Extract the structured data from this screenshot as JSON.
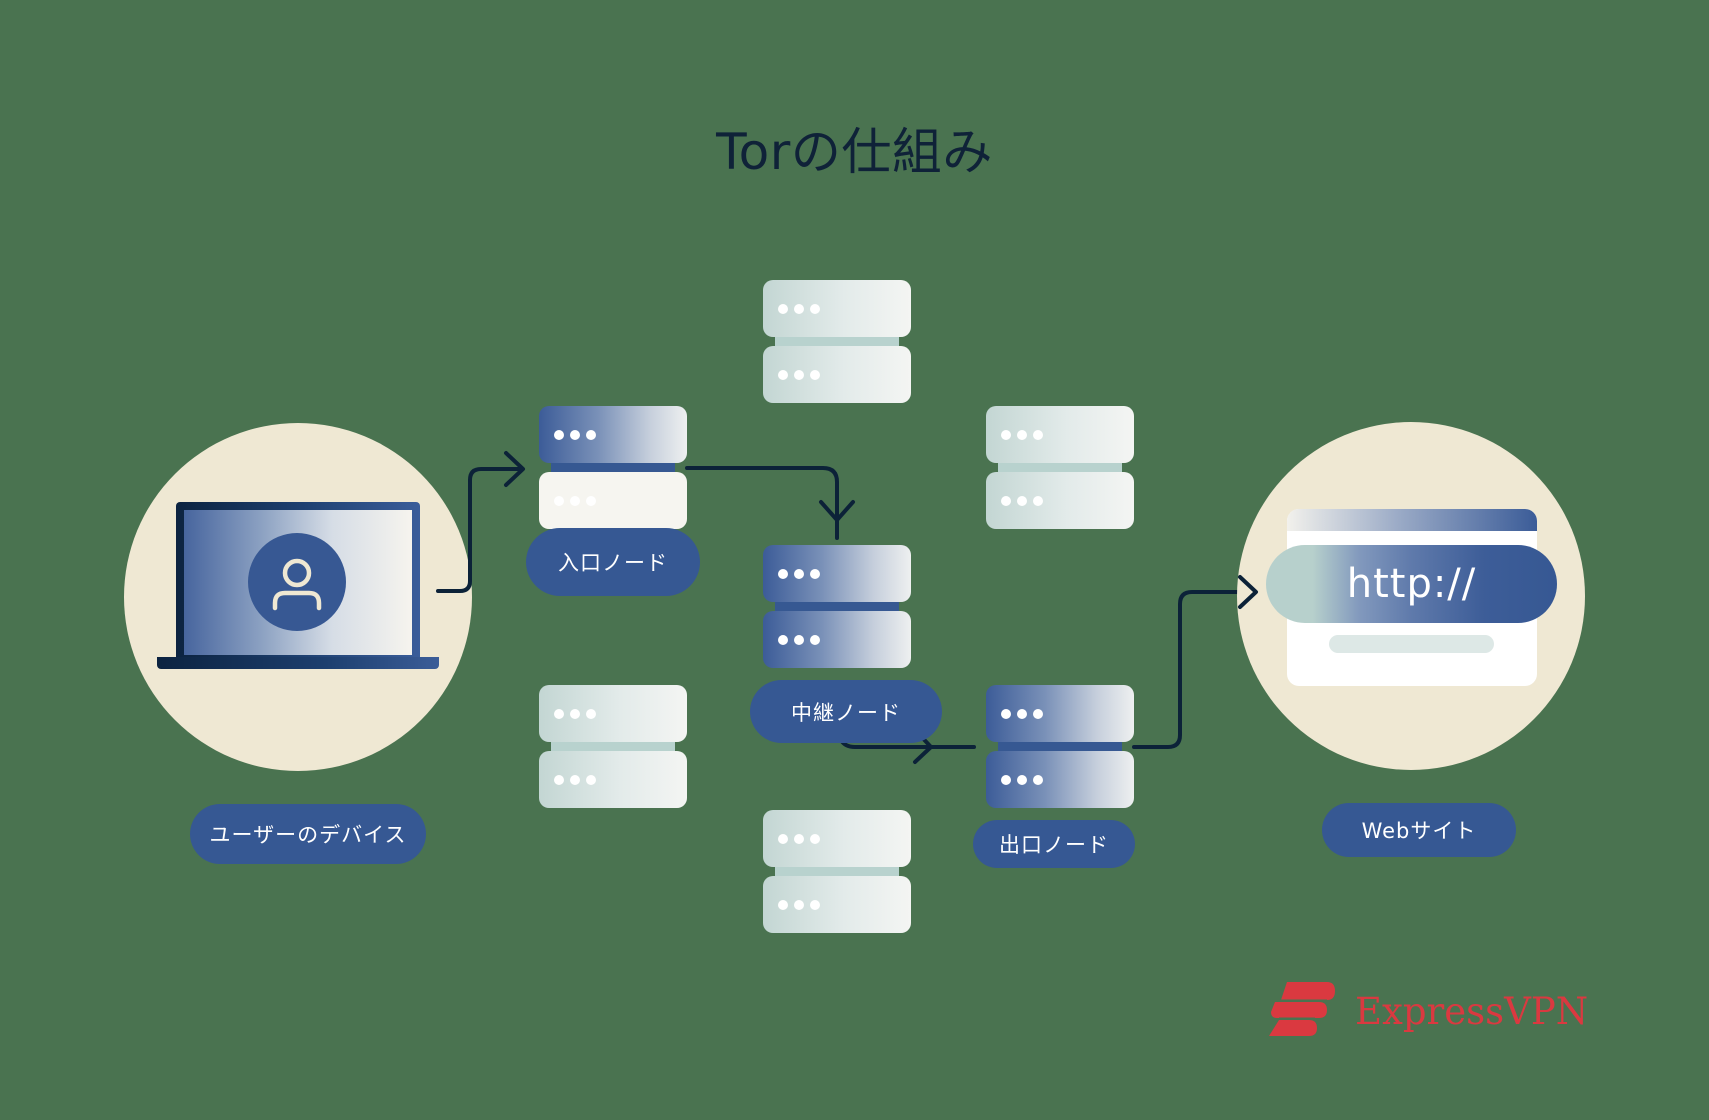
{
  "title": "Torの仕組み",
  "colors": {
    "background": "#4a7350",
    "title_text": "#0f2238",
    "circle_fill": "#efe8d3",
    "label_pill": "#365893",
    "label_text": "#ffffff",
    "arrow": "#0c2238",
    "active_server": "#365893",
    "inactive_server": "#c3d6d3",
    "brand": "#da3940"
  },
  "nodes": {
    "user_device": {
      "label": "ユーザーのデバイス",
      "icon": "laptop-user-icon"
    },
    "entry": {
      "label": "入口ノード",
      "icon": "server-icon"
    },
    "relay": {
      "label": "中継ノード",
      "icon": "server-icon"
    },
    "exit": {
      "label": "出口ノード",
      "icon": "server-icon"
    },
    "website": {
      "label": "Webサイト",
      "icon": "browser-icon",
      "url_text": "http://"
    }
  },
  "inactive_servers": [
    {
      "name": "server-top"
    },
    {
      "name": "server-right"
    },
    {
      "name": "server-bottom-left"
    },
    {
      "name": "server-bottom"
    }
  ],
  "flow": [
    "ユーザーのデバイス",
    "入口ノード",
    "中継ノード",
    "出口ノード",
    "Webサイト"
  ],
  "brand": {
    "name": "ExpressVPN",
    "icon": "expressvpn-logo-icon"
  }
}
